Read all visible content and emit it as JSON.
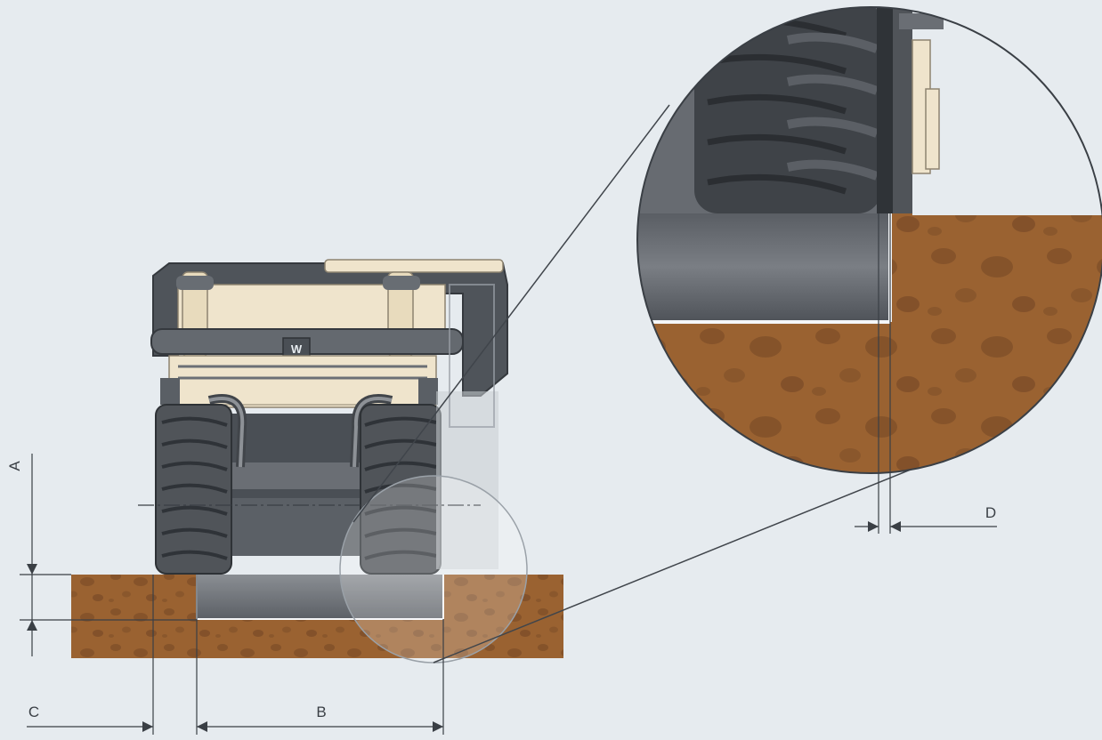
{
  "labels": {
    "a": "A",
    "b": "B",
    "c": "C",
    "d": "D",
    "logo": "W"
  },
  "colors": {
    "background": "#e6ebef",
    "soil": "#9a6231",
    "soil_spots": "#7d4d24",
    "machine_cream": "#efe4cc",
    "machine_dark": "#4a4f55",
    "tire": "#505459",
    "lines": "#40454b"
  }
}
